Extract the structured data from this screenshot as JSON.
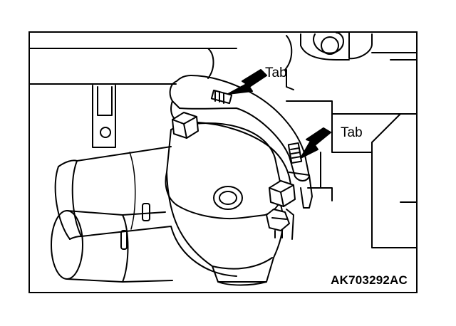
{
  "diagram": {
    "callouts": [
      {
        "id": "tab-upper",
        "label": "Tab"
      },
      {
        "id": "tab-lower",
        "label": "Tab"
      }
    ],
    "reference_code": "AK703292AC"
  }
}
